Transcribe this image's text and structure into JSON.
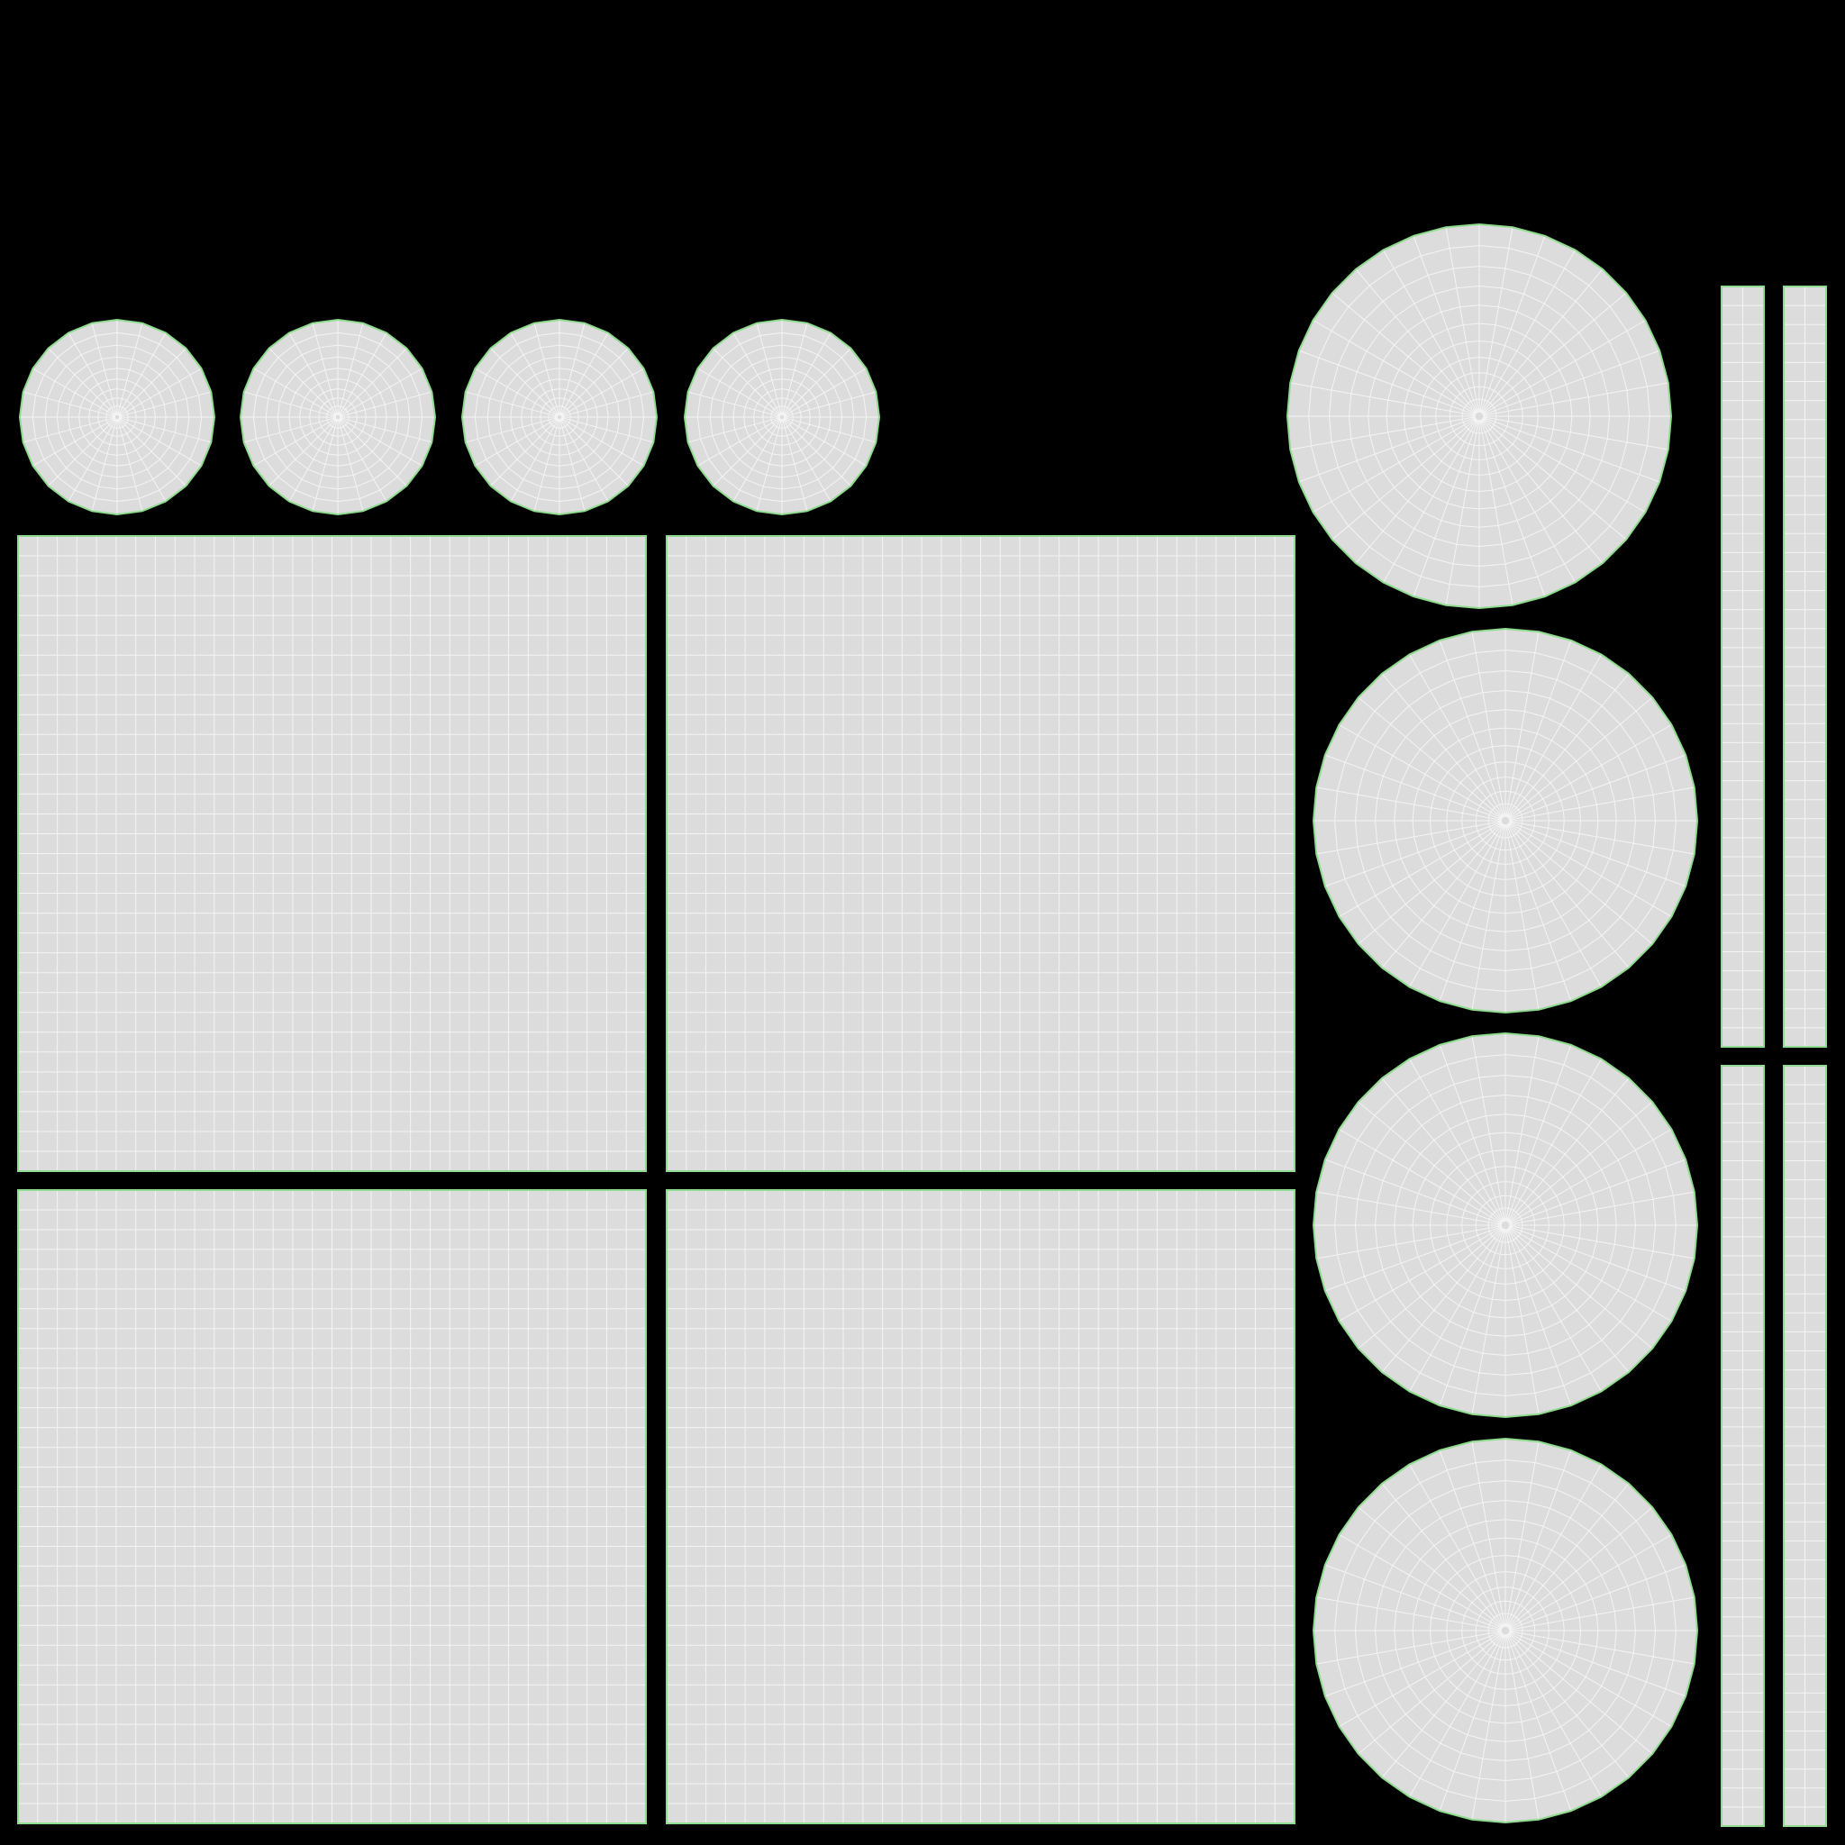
{
  "uv_layout": {
    "background_color": "#000000",
    "island_fill_color": "#dcdcdc",
    "wire_color": "#f4f4f4",
    "edge_color": "#8fdc8f",
    "square_panel_grid_divisions": 32,
    "small_disc_rings": 10,
    "small_disc_spokes": 24,
    "large_disc_rings": 12,
    "large_disc_spokes": 36,
    "strip_columns": 2,
    "strip_rows": 40
  }
}
